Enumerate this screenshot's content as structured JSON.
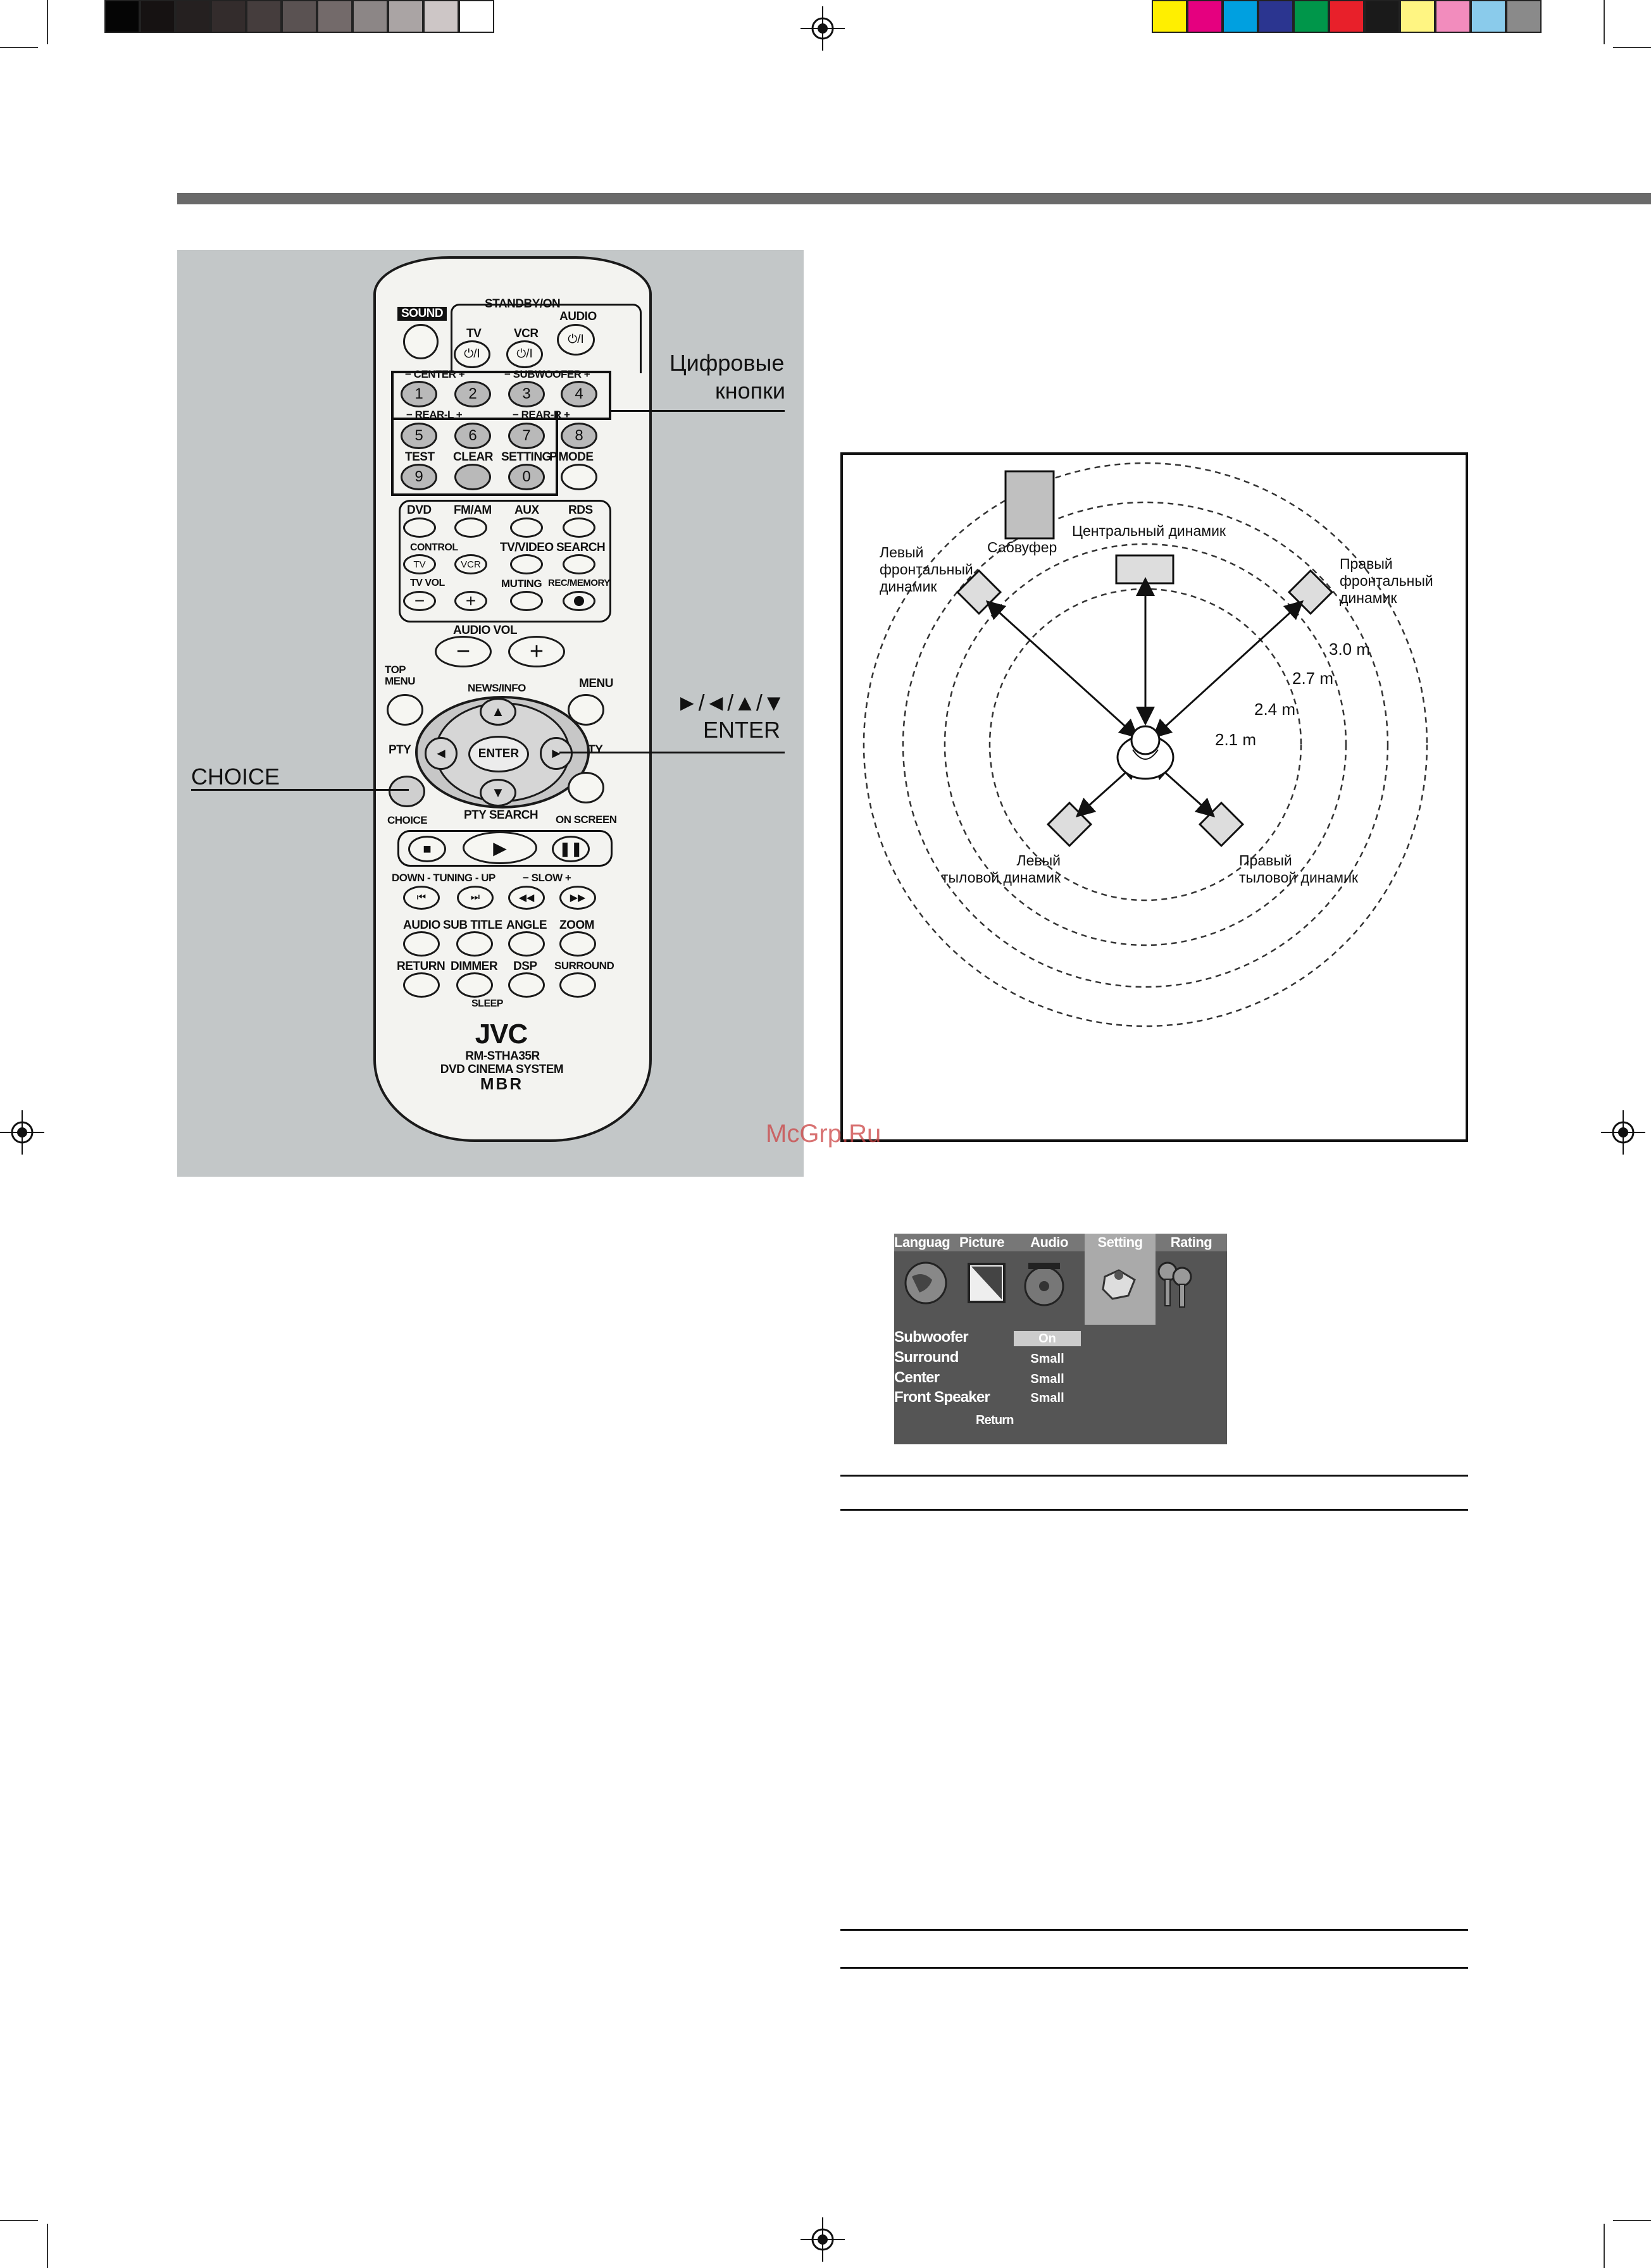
{
  "print_marks": {
    "gray_steps": [
      "#050505",
      "#161212",
      "#252020",
      "#332c2c",
      "#453d3d",
      "#5a5252",
      "#736a6a",
      "#8c8686",
      "#aaa4a4",
      "#cdc6c6",
      "#ffffff"
    ],
    "color_steps": [
      "#ffef00",
      "#e5007f",
      "#00a0e0",
      "#2b3590",
      "#00964a",
      "#e8202a",
      "#1a1a1a",
      "#fff582",
      "#f28cbd",
      "#8acbeb",
      "#8a8a8a"
    ]
  },
  "remote": {
    "labels": {
      "sound": "SOUND",
      "standby_on": "STANDBY/ON",
      "tv": "TV",
      "vcr": "VCR",
      "audio": "AUDIO",
      "power_symbol": "⏻/I",
      "center": "− CENTER +",
      "subwoofer": "− SUBWOOFER +",
      "rear_l": "− REAR-L +",
      "rear_r": "− REAR-R +",
      "test": "TEST",
      "clear": "CLEAR",
      "setting": "SETTING",
      "p_mode": "P.MODE",
      "dvd": "DVD",
      "fm_am": "FM/AM",
      "aux": "AUX",
      "rds": "RDS",
      "control": "CONTROL",
      "tv_video": "TV/VIDEO",
      "search": "SEARCH",
      "tv_small": "TV",
      "vcr_small": "VCR",
      "tv_vol": "TV VOL",
      "muting": "MUTING",
      "rec_memory": "REC/MEMORY",
      "audio_vol": "AUDIO VOL",
      "minus": "−",
      "plus": "+",
      "top_menu": "TOP MENU",
      "menu": "MENU",
      "news_info": "NEWS/INFO",
      "pty_left": "PTY",
      "pty_right": "PTY",
      "enter": "ENTER",
      "choice": "CHOICE",
      "pty_search": "PTY SEARCH",
      "on_screen": "ON SCREEN",
      "down_tuning_up": "DOWN - TUNING - UP",
      "slow": "− SLOW +",
      "audio2": "AUDIO",
      "subtitle": "SUB TITLE",
      "angle": "ANGLE",
      "zoom": "ZOOM",
      "return": "RETURN",
      "dimmer": "DIMMER",
      "dsp": "DSP",
      "surround": "SURROUND",
      "sleep": "SLEEP",
      "brand": "JVC",
      "model": "RM-STHA35R",
      "system": "DVD CINEMA SYSTEM",
      "logo": "MBR"
    },
    "digits": [
      "1",
      "2",
      "3",
      "4",
      "5",
      "6",
      "7",
      "8",
      "9",
      "0"
    ]
  },
  "callouts": {
    "digit_buttons_line1": "Цифровые",
    "digit_buttons_line2": "кнопки",
    "arrows": "►/◄/▲/▼",
    "enter": "ENTER",
    "choice": "CHOICE"
  },
  "diagram": {
    "subwoofer": "Сабвуфер",
    "center_speaker": "Центральный  динамик",
    "front_left": [
      "Левый",
      "фронтальный",
      "динамик"
    ],
    "front_right": [
      "Правый",
      "фронтальный",
      "динамик"
    ],
    "rear_left": [
      "Левый",
      "тыловой динамик"
    ],
    "rear_right": [
      "Правый",
      "тыловой динамик"
    ],
    "distances": [
      "3.0 m",
      "2.7 m",
      "2.4 m",
      "2.1 m"
    ]
  },
  "osd": {
    "tabs": [
      "Language",
      "Picture",
      "Audio",
      "Setting",
      "Rating"
    ],
    "active_tab": "Setting",
    "items": [
      {
        "label": "Subwoofer",
        "value": "On"
      },
      {
        "label": "Surround",
        "value": "Small"
      },
      {
        "label": "Center",
        "value": "Small"
      },
      {
        "label": "Front Speaker",
        "value": "Small"
      }
    ],
    "return": "Return"
  },
  "watermark": "McGrp.Ru"
}
